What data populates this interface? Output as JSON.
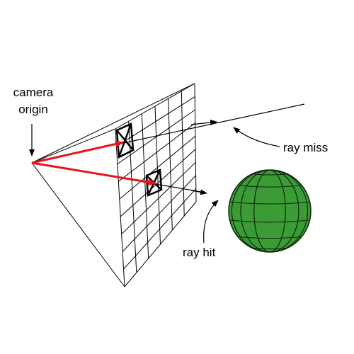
{
  "labels": {
    "camera_line1": "camera",
    "camera_line2": "origin",
    "ray_miss": "ray miss",
    "ray_hit": "ray hit"
  },
  "colors": {
    "stroke": "#000000",
    "ray_primary": "#e8141c",
    "sphere_fill": "#3b9b35",
    "sphere_grid": "#0b2608",
    "background": "#ffffff"
  },
  "diagram": {
    "image_plane_grid": {
      "columns": 6,
      "rows": 9
    },
    "sphere_grid": {
      "meridians": 8,
      "parallels": 7
    }
  }
}
